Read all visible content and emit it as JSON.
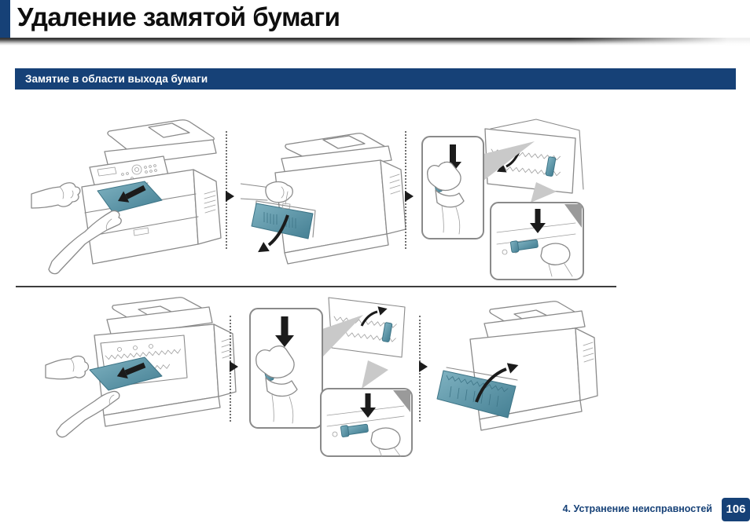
{
  "header": {
    "title": "Удаление замятой бумаги"
  },
  "section": {
    "title": "Замятие в области выхода бумаги"
  },
  "footer": {
    "chapter_label": "4. Устранение неисправностей",
    "page_number": "106"
  },
  "colors": {
    "navy_accent": "#164177",
    "illustration_teal": "#5697ab",
    "line_art_gray": "#8a8a8a",
    "connector_gray": "#c9c9c9",
    "arrow_black": "#1b1b1b"
  },
  "figures": {
    "row1_steps": [
      {
        "icon": "printer-front-pull-jammed-paper-illustration"
      },
      {
        "icon": "printer-rear-door-open-illustration"
      },
      {
        "icon": "fuser-levers-detail-insets-illustration"
      }
    ],
    "row2_steps": [
      {
        "icon": "printer-rear-pull-jammed-paper-illustration"
      },
      {
        "icon": "fuser-levers-detail-insets-illustration"
      },
      {
        "icon": "printer-rear-door-close-illustration"
      }
    ],
    "separator_icon": "next-step-arrow-icon"
  }
}
